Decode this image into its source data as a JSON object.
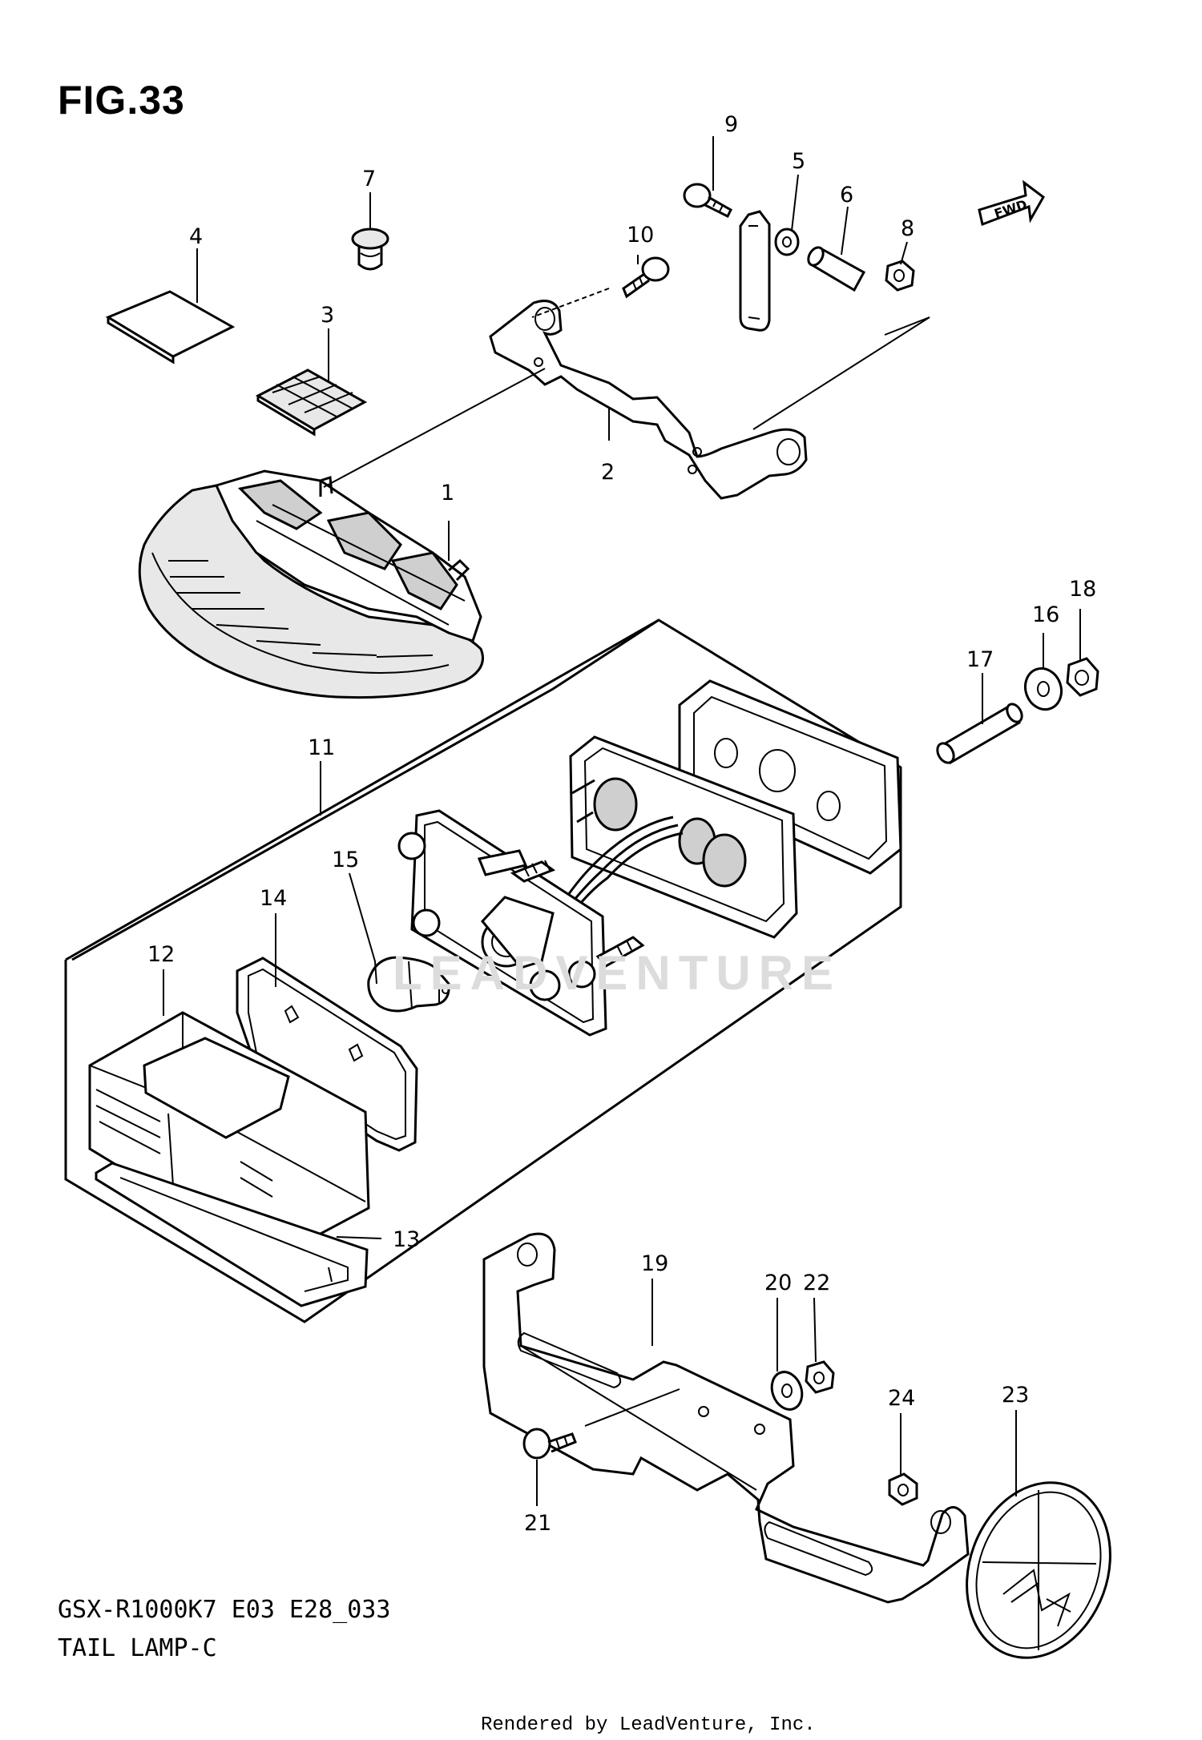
{
  "figure": {
    "title": "FIG.33",
    "model_code": "GSX-R1000K7 E03 E28_033",
    "section_name": "TAIL LAMP-C",
    "fwd_label": "FWD",
    "watermark": "LEADVENTURE",
    "footer": "Rendered by LeadVenture, Inc."
  },
  "callouts": [
    "1",
    "2",
    "3",
    "4",
    "5",
    "6",
    "7",
    "8",
    "9",
    "10",
    "11",
    "12",
    "13",
    "14",
    "15",
    "16",
    "17",
    "18",
    "19",
    "20",
    "21",
    "22",
    "23",
    "24"
  ]
}
